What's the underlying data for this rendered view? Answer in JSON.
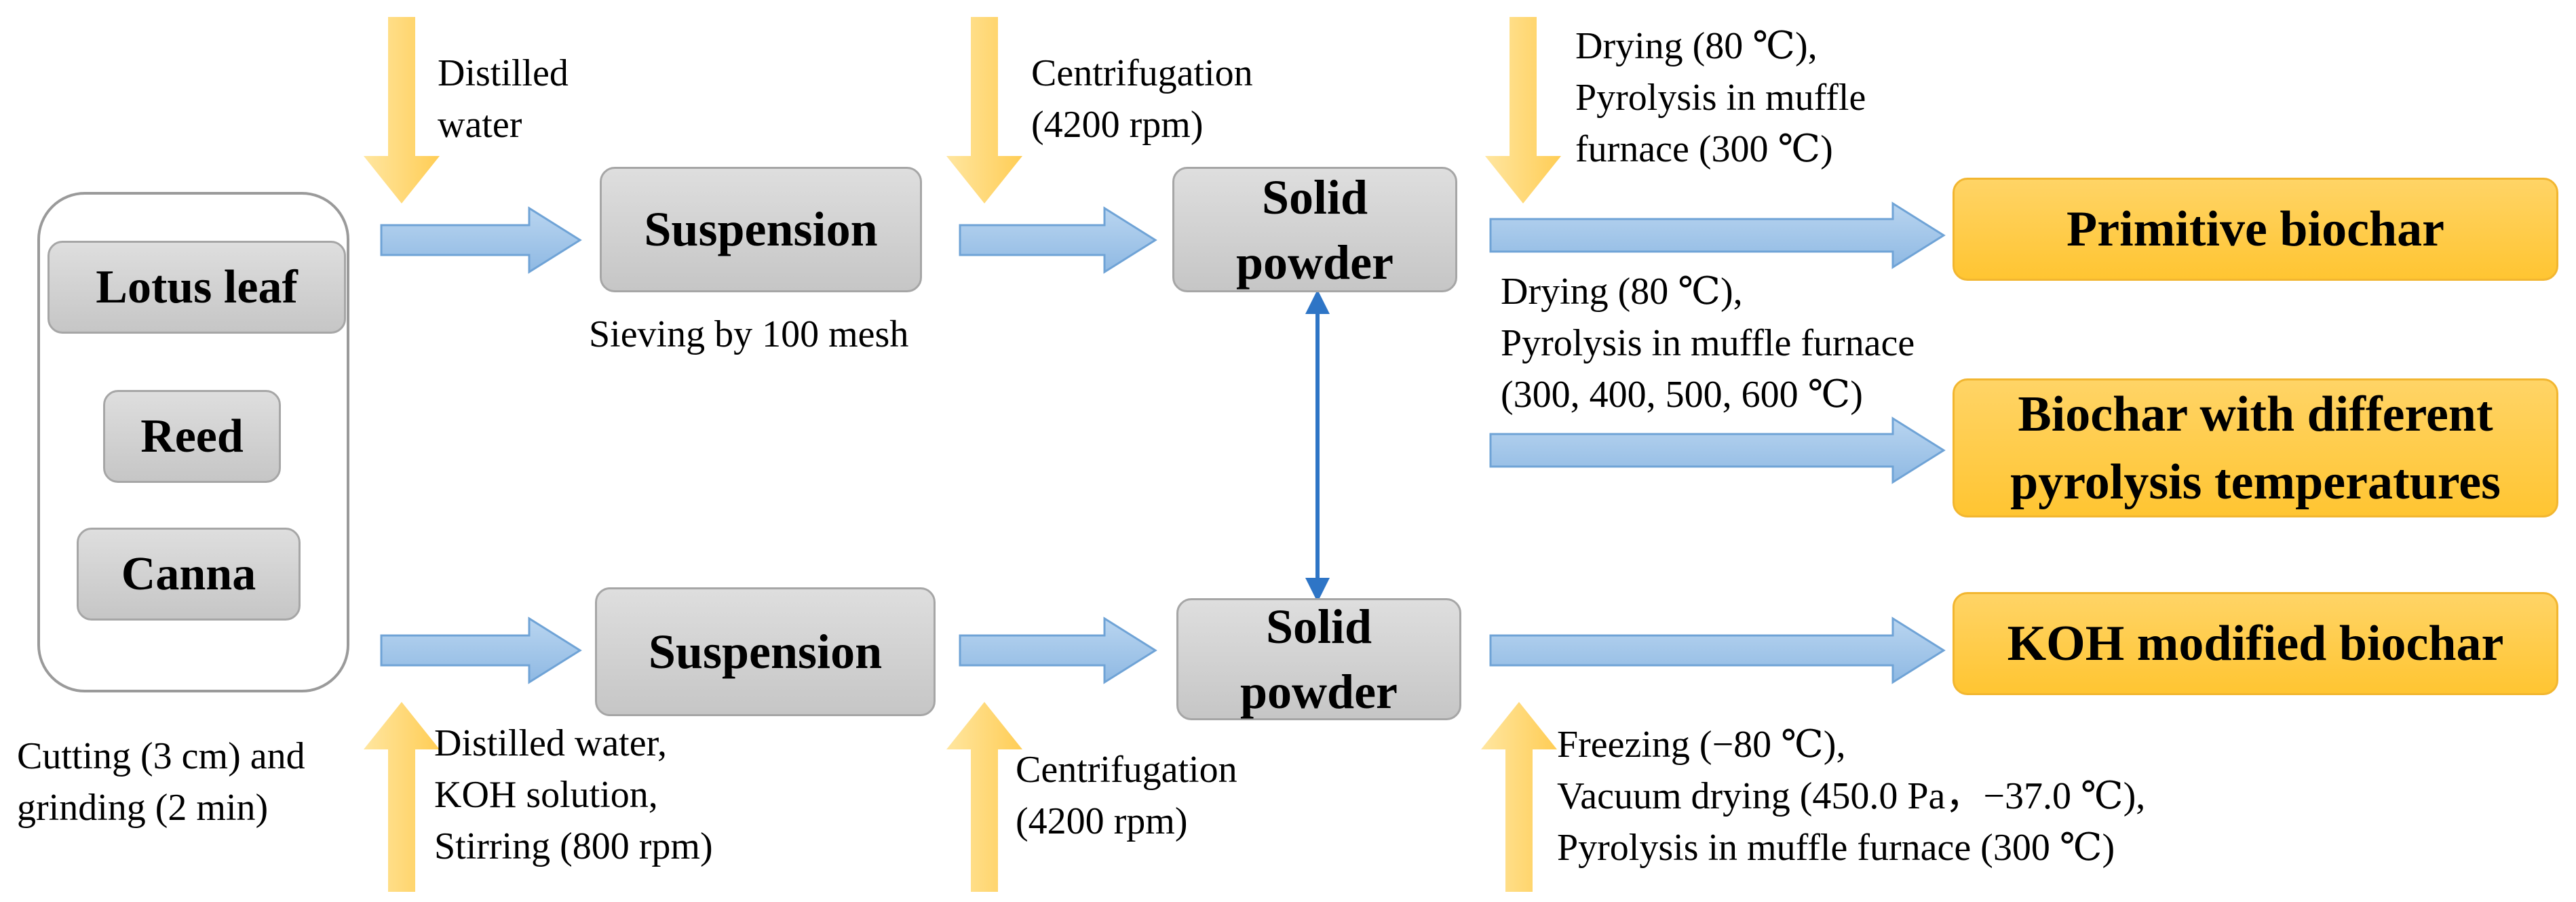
{
  "raw_materials": [
    "Lotus leaf",
    "Reed",
    "Canna"
  ],
  "pretreatment": [
    "Cutting (3 cm) and",
    "grinding (2 min)"
  ],
  "top_route": {
    "input": [
      "Distilled",
      "water"
    ],
    "suspension": "Suspension",
    "sieving": "Sieving by 100 mesh",
    "centrifugation": [
      "Centrifugation",
      "(4200 rpm)"
    ],
    "solid_powder": [
      "Solid",
      "powder"
    ],
    "drying_1": [
      "Drying (80 ℃),",
      "Pyrolysis in muffle",
      "furnace (300 ℃)"
    ],
    "product_1": "Primitive biochar",
    "drying_2": [
      "Drying (80 ℃),",
      "Pyrolysis in muffle furnace",
      "(300, 400, 500, 600 ℃)"
    ],
    "product_2": [
      "Biochar with different",
      "pyrolysis temperatures"
    ]
  },
  "bottom_route": {
    "input": [
      "Distilled water,",
      "KOH solution,",
      "Stirring (800 rpm)"
    ],
    "suspension": "Suspension",
    "centrifugation": [
      "Centrifugation",
      "(4200 rpm)"
    ],
    "solid_powder": [
      "Solid",
      "powder"
    ],
    "treatment": [
      "Freezing (−80 ℃),",
      "Vacuum drying (450.0 Pa，−37.0 ℃),",
      "Pyrolysis in muffle furnace (300 ℃)"
    ],
    "product": "KOH modified biochar"
  },
  "colors": {
    "blue_arrow": "#9cc3e6",
    "blue_arrow_stroke": "#6fa3d6",
    "yellow_arrow": "#ffd466",
    "gray_box": "#d0d0d0",
    "orange_box": "#ffc532",
    "link_arrow": "#2e75c6"
  }
}
